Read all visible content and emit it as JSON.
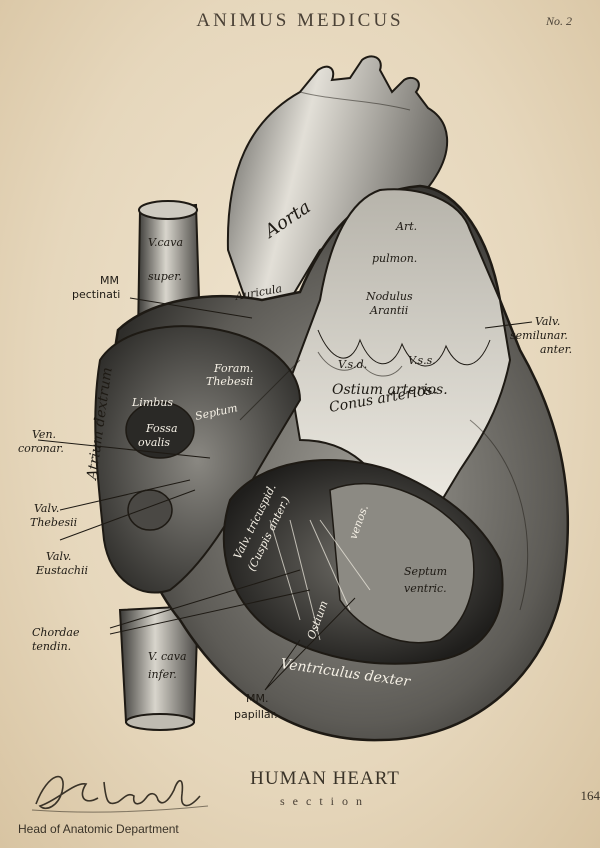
{
  "header": {
    "title": "ANIMUS MEDICUS",
    "number": "No. 2"
  },
  "footer": {
    "title": "HUMAN HEART",
    "subtitle": "section",
    "page": "164",
    "signature": "W. Luedke",
    "department": "Head of Anatomic Department"
  },
  "labels": {
    "aorta": "Aorta",
    "vcava_super_1": "V.cava",
    "vcava_super_2": "super.",
    "mm_pectinati_1": "MM",
    "mm_pectinati_2": "pectinati",
    "auricula": "Auricula",
    "art_pulmon_1": "Art.",
    "art_pulmon_2": "pulmon.",
    "nodulus_1": "Nodulus",
    "nodulus_2": "Arantii",
    "valv_semilunar_1": "Valv.",
    "valv_semilunar_2": "semilunar.",
    "valv_semilunar_3": "anter.",
    "vsd": "V.s.d.",
    "vss": "V.s.s.",
    "foram_1": "Foram.",
    "foram_2": "Thebesii",
    "limbus": "Limbus",
    "septum": "Septum",
    "ostium_arterios": "Ostium arterios.",
    "conus_arterios": "Conus arterios.",
    "atrium_dextrum": "Atrium dextrum",
    "fossa_1": "Fossa",
    "fossa_2": "ovalis",
    "ven_coronar_1": "Ven.",
    "ven_coronar_2": "coronar.",
    "valv_thebesii_1": "Valv.",
    "valv_thebesii_2": "Thebesii",
    "valv_eustachii_1": "Valv.",
    "valv_eustachii_2": "Eustachii",
    "valv_tricuspid_1": "Valv. tricuspid.",
    "valv_tricuspid_2": "(Cuspis anter.)",
    "ostium_venos": "Ostium",
    "venos": "venos.",
    "septum_ventric_1": "Septum",
    "septum_ventric_2": "ventric.",
    "chordae_1": "Chordae",
    "chordae_2": "tendin.",
    "vcava_infer_1": "V. cava",
    "vcava_infer_2": "infer.",
    "mm_papillar_1": "MM.",
    "mm_papillar_2": "papillar.",
    "ventriculus_dexter": "Ventriculus dexter"
  },
  "colors": {
    "paper": "#e9dcc4",
    "ink": "#1e1a14",
    "shade": "#6d6a63"
  }
}
